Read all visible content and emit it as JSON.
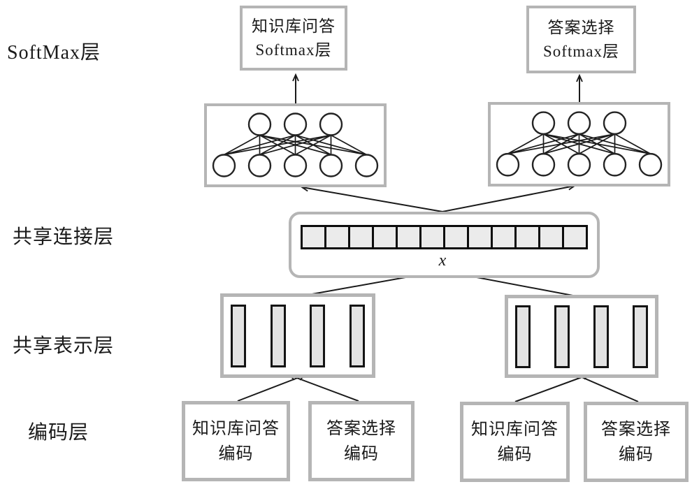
{
  "diagram": {
    "layer_labels": [
      {
        "text": "SoftMax层"
      },
      {
        "text": "共享连接层"
      },
      {
        "text": "共享表示层"
      },
      {
        "text": "编码层"
      }
    ],
    "softmax_boxes": [
      {
        "line1": "知识库问答",
        "line2": "Softmax层"
      },
      {
        "line1": "答案选择",
        "line2": "Softmax层"
      }
    ],
    "nn": {
      "count": 2,
      "top_neurons": 3,
      "bottom_neurons": 5
    },
    "shared_connection": {
      "cell_count": 12,
      "output_label": "x"
    },
    "shared_representation": {
      "box_count": 2,
      "bars_per_box": 4
    },
    "encoder_boxes": [
      {
        "line1": "知识库问答",
        "line2": "编码"
      },
      {
        "line1": "答案选择",
        "line2": "编码"
      },
      {
        "line1": "知识库问答",
        "line2": "编码"
      },
      {
        "line1": "答案选择",
        "line2": "编码"
      }
    ],
    "colors": {
      "background": "#ffffff",
      "box_border": "#b5b5b5",
      "line": "#1a1a1a",
      "cell_fill": "#ebebeb",
      "bar_fill": "#e3e3e3"
    }
  }
}
